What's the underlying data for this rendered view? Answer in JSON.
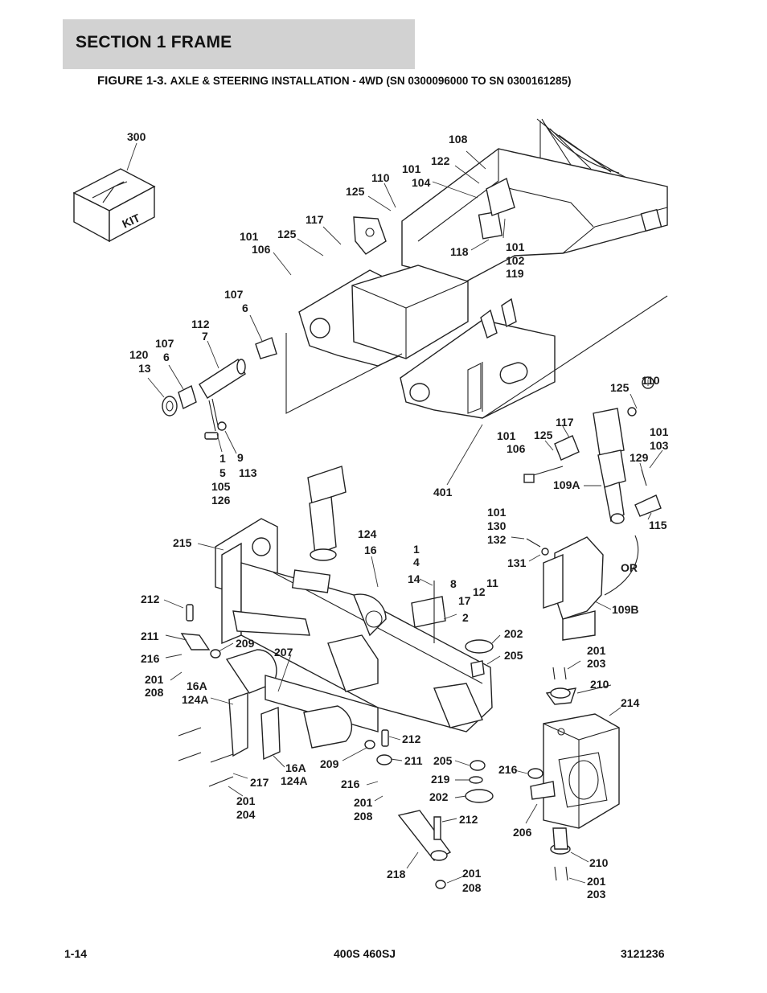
{
  "header": {
    "section_title": "SECTION 1  FRAME",
    "figure_number": "FIGURE 1-3.",
    "figure_caption": "AXLE & STEERING INSTALLATION - 4WD (SN 0300096000 TO SN 0300161285)"
  },
  "diagram": {
    "kit_label": "KIT",
    "or_label": "OR",
    "callouts": [
      "300",
      "108",
      "122",
      "110",
      "101",
      "104",
      "125",
      "117",
      "101",
      "106",
      "125",
      "118",
      "101",
      "102",
      "119",
      "107",
      "6",
      "112",
      "7",
      "107",
      "6",
      "120",
      "13",
      "1",
      "5",
      "105",
      "126",
      "9",
      "113",
      "125",
      "110",
      "117",
      "101",
      "106",
      "125",
      "101",
      "103",
      "129",
      "109A",
      "115",
      "401",
      "101",
      "130",
      "132",
      "131",
      "109B",
      "215",
      "124",
      "16",
      "1",
      "4",
      "14",
      "8",
      "17",
      "12",
      "11",
      "2",
      "202",
      "205",
      "212",
      "211",
      "209",
      "216",
      "207",
      "201",
      "208",
      "16A",
      "124A",
      "201",
      "203",
      "210",
      "214",
      "212",
      "211",
      "209",
      "205",
      "219",
      "202",
      "216",
      "217",
      "16A",
      "124A",
      "201",
      "204",
      "216",
      "201",
      "208",
      "212",
      "206",
      "218",
      "201",
      "208",
      "210",
      "201",
      "203"
    ]
  },
  "footer": {
    "page_number": "1-14",
    "model": "400S 460SJ",
    "doc_number": "3121236"
  }
}
